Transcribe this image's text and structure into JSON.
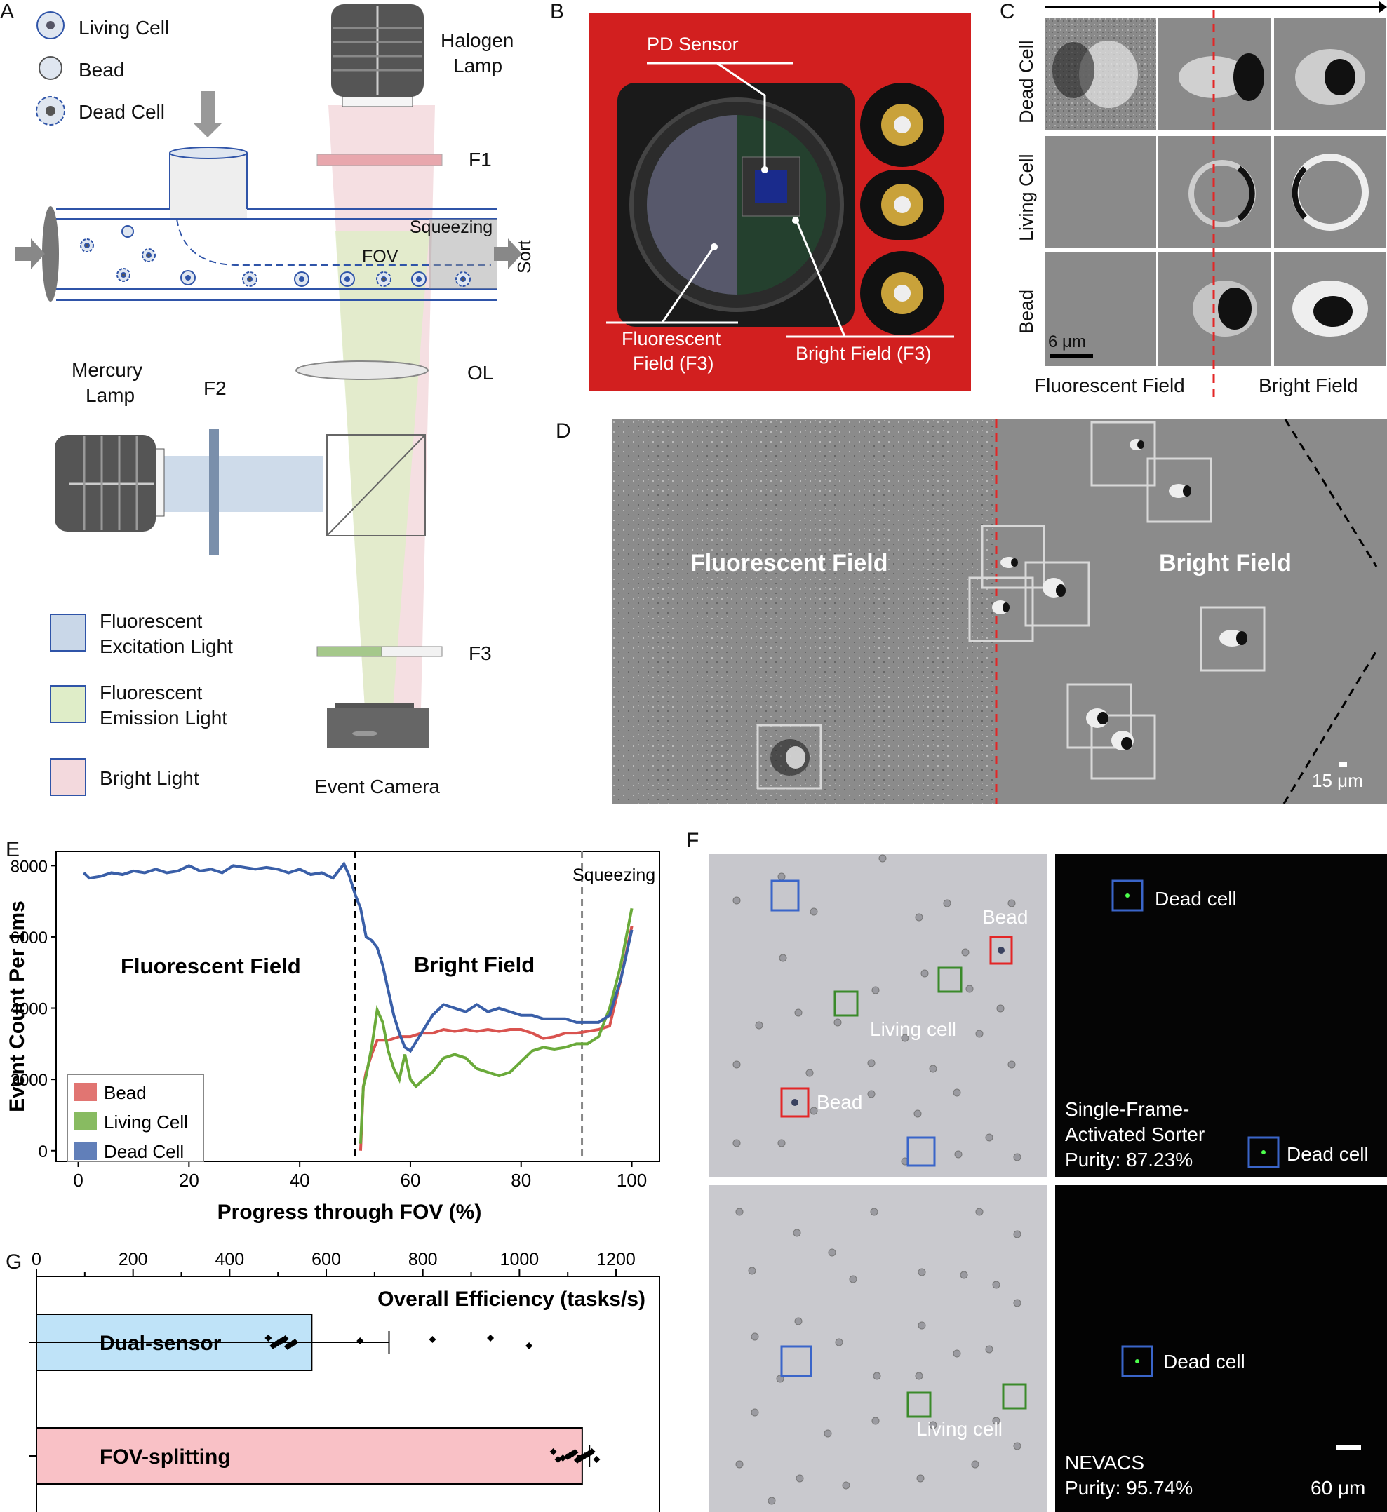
{
  "panel_letters": [
    "A",
    "B",
    "C",
    "D",
    "E",
    "F",
    "G"
  ],
  "panelA": {
    "legend_top": [
      "Living Cell",
      "Bead",
      "Dead Cell"
    ],
    "halogen": [
      "Halogen",
      "Lamp"
    ],
    "f1": "F1",
    "f2": "F2",
    "f3": "F3",
    "squeezing": "Squeezing",
    "fov": "FOV",
    "sort": "Sort",
    "mercury": [
      "Mercury",
      "Lamp"
    ],
    "ol": "OL",
    "legend_bottom": [
      [
        "Fluorescent",
        "Excitation Light"
      ],
      [
        "Fluorescent",
        "Emission Light"
      ],
      [
        "Bright Light"
      ]
    ],
    "event_camera": "Event Camera",
    "colors": {
      "excitation": "#c9d7e8",
      "emission": "#dfedc8",
      "bright": "#f3d9dd",
      "channel": "#2f54a8"
    }
  },
  "panelB": {
    "pd_sensor": "PD Sensor",
    "fluor": [
      "Fluorescent",
      "Field (F3)"
    ],
    "bright": "Bright Field (F3)"
  },
  "panelC": {
    "rows": [
      "Dead Cell",
      "Living Cell",
      "Bead"
    ],
    "scale": "6 μm",
    "fluor": "Fluorescent Field",
    "bright": "Bright Field"
  },
  "panelD": {
    "fluor": "Fluorescent Field",
    "bright": "Bright Field",
    "scale": "15 μm"
  },
  "panelE": {
    "chart_data": {
      "type": "line",
      "xlabel": "Progress through FOV (%)",
      "ylabel": "Event Count Per 1ms",
      "xlim": [
        -4,
        105
      ],
      "ylim": [
        -300,
        8400
      ],
      "xticks": [
        0,
        20,
        40,
        60,
        80,
        100
      ],
      "yticks": [
        0,
        2000,
        4000,
        6000,
        8000
      ],
      "annotations": [
        "Fluorescent Field",
        "Bright Field",
        "Squeezing"
      ],
      "vlines": [
        {
          "x": 50,
          "style": "dashed",
          "color": "#000000"
        },
        {
          "x": 91,
          "style": "dashed",
          "color": "#888888",
          "label": "Squeezing"
        }
      ],
      "legend_position": "bottom-left",
      "series": [
        {
          "name": "Bead",
          "color": "#d9534f",
          "x": [
            51,
            51.5,
            52,
            53,
            54,
            56,
            58,
            60,
            62,
            64,
            66,
            68,
            70,
            72,
            74,
            76,
            78,
            80,
            82,
            84,
            86,
            88,
            90,
            92,
            94,
            96,
            98,
            100
          ],
          "y": [
            0,
            1800,
            2200,
            2700,
            3100,
            3100,
            3200,
            3200,
            3300,
            3300,
            3400,
            3350,
            3400,
            3350,
            3400,
            3350,
            3400,
            3400,
            3300,
            3150,
            3200,
            3300,
            3300,
            3350,
            3400,
            3500,
            4800,
            6300
          ]
        },
        {
          "name": "Living Cell",
          "color": "#6aaa3a",
          "x": [
            51,
            51.5,
            52,
            53,
            54,
            55,
            56,
            57,
            58,
            59,
            60,
            61,
            62,
            64,
            66,
            68,
            70,
            72,
            74,
            76,
            78,
            80,
            82,
            84,
            86,
            88,
            90,
            92,
            94,
            96,
            98,
            100
          ],
          "y": [
            200,
            1800,
            2100,
            2900,
            3950,
            3600,
            2800,
            2300,
            2000,
            2700,
            2000,
            1800,
            1950,
            2200,
            2600,
            2700,
            2600,
            2300,
            2200,
            2100,
            2200,
            2500,
            2800,
            2900,
            2850,
            2900,
            3000,
            3000,
            3200,
            4000,
            5200,
            6800
          ]
        },
        {
          "name": "Dead Cell",
          "color": "#3a5fa8",
          "x": [
            1,
            2,
            4,
            6,
            8,
            10,
            12,
            14,
            16,
            18,
            20,
            22,
            24,
            26,
            28,
            30,
            32,
            34,
            36,
            38,
            40,
            42,
            44,
            46,
            48,
            49,
            50,
            51,
            52,
            53,
            54,
            55,
            56,
            57,
            58,
            59,
            60,
            62,
            64,
            66,
            68,
            70,
            72,
            74,
            76,
            78,
            80,
            82,
            84,
            86,
            88,
            90,
            92,
            94,
            96,
            98,
            100
          ],
          "y": [
            7800,
            7650,
            7700,
            7800,
            7750,
            7850,
            7800,
            7900,
            7800,
            7850,
            8000,
            7850,
            7900,
            7800,
            8000,
            7950,
            7900,
            7950,
            7900,
            7800,
            7900,
            7750,
            7800,
            7650,
            8050,
            7700,
            7200,
            6800,
            6000,
            5900,
            5700,
            5200,
            4500,
            3800,
            3300,
            2900,
            2800,
            3300,
            3800,
            4100,
            4000,
            3900,
            4100,
            3900,
            4000,
            3900,
            3800,
            3800,
            3700,
            3700,
            3700,
            3600,
            3600,
            3600,
            3800,
            4800,
            6200
          ]
        }
      ]
    }
  },
  "panelF": {
    "bead": "Bead",
    "living": "Living cell",
    "dead": "Dead cell",
    "sfas": [
      "Single-Frame-",
      "Activated Sorter",
      "Purity: 87.23%"
    ],
    "nevacs": [
      "NEVACS",
      "Purity: 95.74%"
    ],
    "scale": "60 μm"
  },
  "panelG": {
    "chart_data": {
      "type": "bar",
      "orientation": "horizontal",
      "title": "Overall Efficiency (tasks/s)",
      "categories": [
        "Dual-sensor",
        "FOV-splitting"
      ],
      "values": [
        570,
        1130
      ],
      "errors": [
        [
          0,
          730
        ],
        [
          1120,
          1145
        ]
      ],
      "colors": [
        "#bfe3f8",
        "#f9c1c6"
      ],
      "xlim": [
        0,
        1290
      ],
      "xticks": [
        0,
        200,
        400,
        600,
        800,
        1000,
        1200
      ],
      "points": [
        {
          "category": "Dual-sensor",
          "x": [
            480,
            490,
            495,
            500,
            505,
            510,
            515,
            520,
            525,
            530,
            535,
            670,
            820,
            940,
            1020
          ]
        },
        {
          "category": "FOV-splitting",
          "x": [
            1070,
            1080,
            1090,
            1100,
            1105,
            1110,
            1115,
            1120,
            1125,
            1130,
            1135,
            1140,
            1145,
            1150,
            1160
          ]
        }
      ]
    }
  }
}
